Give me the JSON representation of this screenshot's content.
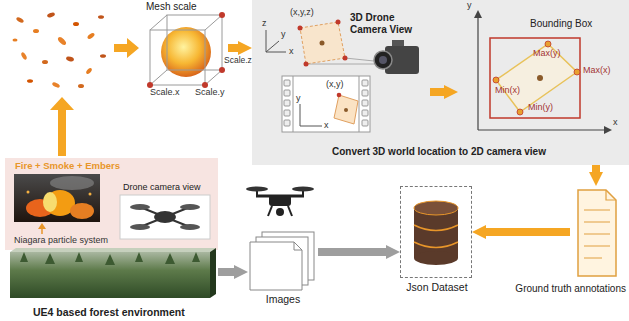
{
  "diagram": {
    "nodes": [
      {
        "text": [
          "Fire + Smoke + Embers",
          "UE4 based forest environment"
        ]
      },
      {
        "text": [
          "Drone camera view"
        ],
        "in": 0
      },
      {
        "text": [
          "Mesh scale"
        ]
      },
      {
        "text": [
          "Convert 3D world location to 2D camera view"
        ]
      },
      {
        "text": [
          "3D Drone Camera View"
        ],
        "in": 3
      },
      {
        "text": [
          "Bounding Box"
        ],
        "in": 3
      },
      {
        "text": [
          "Images"
        ]
      },
      {
        "text": [
          "Json Dataset"
        ]
      },
      {
        "text": [
          "Ground truth annotations"
        ]
      }
    ],
    "edges": [
      {
        "from": 2,
        "to": 3,
        "arrow": "to"
      },
      {
        "from": 4,
        "to": 5,
        "arrow": "to"
      },
      {
        "from": 3,
        "to": 8,
        "arrow": "to"
      },
      {
        "from": 8,
        "to": 7,
        "arrow": "to"
      },
      {
        "from": 6,
        "to": 7,
        "arrow": "to"
      },
      {
        "from": 0,
        "to": 6,
        "arrow": "to"
      }
    ],
    "labels": [
      "Scale.z",
      "Scale.y",
      "Scale.x",
      "(x,y,z)",
      "z",
      "y",
      "x",
      "(x,y)",
      "y",
      "x",
      "y",
      "x",
      "Max(y)",
      "Max(x)",
      "Min(x)",
      "Min(y)",
      "Niagara particle system"
    ]
  }
}
